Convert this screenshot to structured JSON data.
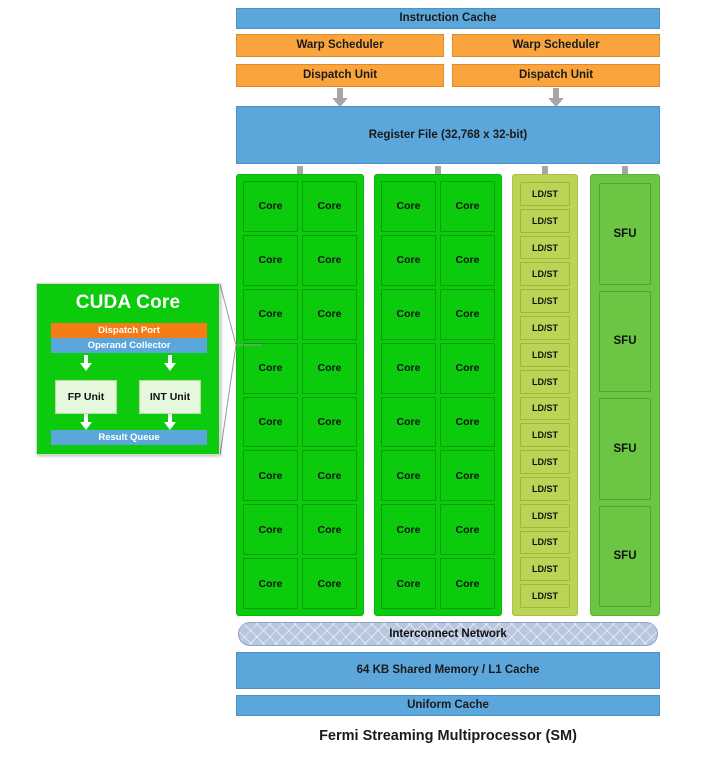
{
  "diagram": {
    "caption": "Fermi Streaming Multiprocessor (SM)",
    "top": {
      "instruction_cache": "Instruction Cache",
      "warp_schedulers": [
        "Warp Scheduler",
        "Warp Scheduler"
      ],
      "dispatch_units": [
        "Dispatch Unit",
        "Dispatch Unit"
      ],
      "register_file": "Register File (32,768 x 32-bit)"
    },
    "execution_columns": {
      "core_label": "Core",
      "core_columns": 2,
      "core_rows_per_column": 8,
      "cores_per_column": 16,
      "total_cores": 32,
      "ldst_label": "LD/ST",
      "ldst_count": 16,
      "sfu_label": "SFU",
      "sfu_count": 4
    },
    "bottom": {
      "interconnect_network": "Interconnect Network",
      "shared_memory": "64 KB Shared Memory / L1 Cache",
      "uniform_cache": "Uniform Cache"
    },
    "cuda_core_callout": {
      "title": "CUDA Core",
      "dispatch_port": "Dispatch Port",
      "operand_collector": "Operand Collector",
      "fp_unit": "FP Unit",
      "int_unit": "INT Unit",
      "result_queue": "Result Queue"
    },
    "colors": {
      "blue": "#5ba7db",
      "orange": "#f9a43c",
      "core_green": "#0ccb0c",
      "ldst_green": "#bcd455",
      "sfu_green": "#6cc644",
      "interconnect": "#b8c7e0",
      "dispatch_port_orange": "#f57c15",
      "unit_pale_green": "#e6f8dc",
      "arrow_gray": "#a6a6a6"
    }
  }
}
